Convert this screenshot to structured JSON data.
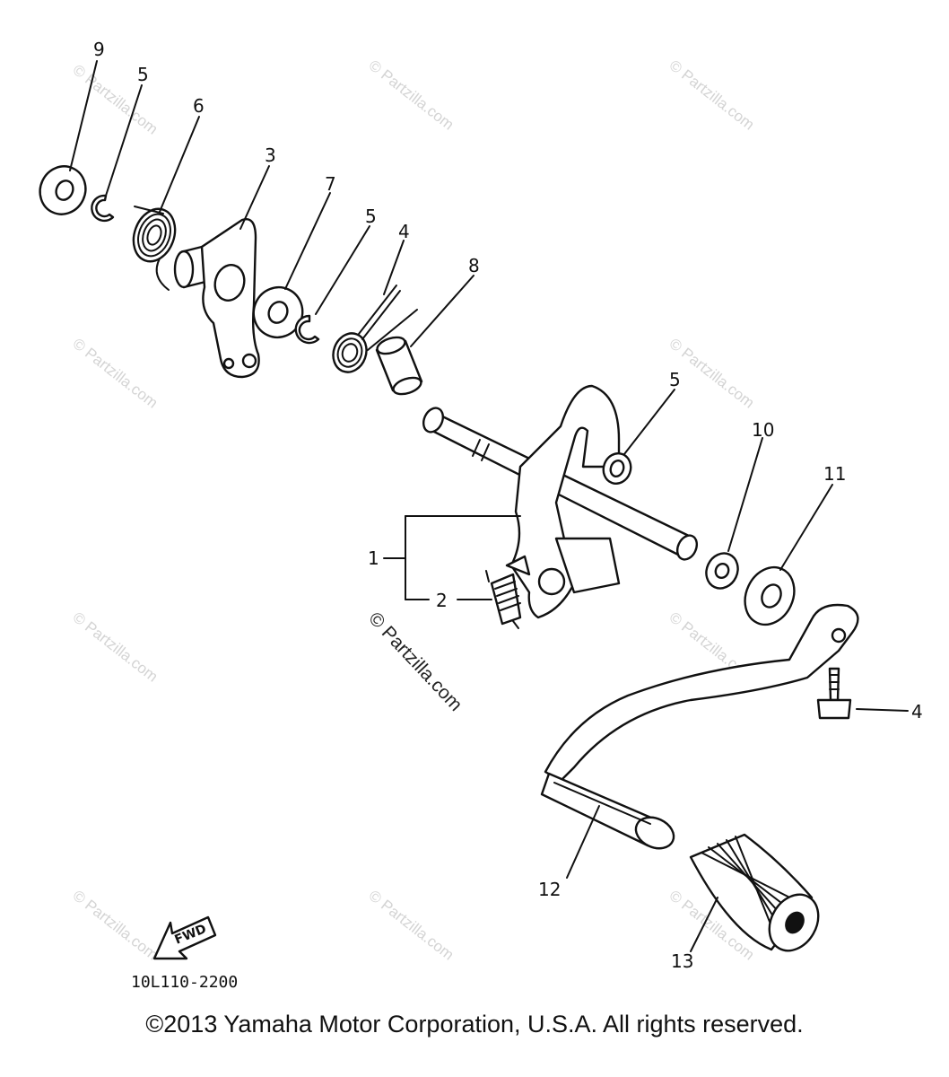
{
  "watermark": "© Partzilla.com",
  "watermark_center": "© Partzilla.com",
  "callouts": {
    "c9": "9",
    "c5a": "5",
    "c6": "6",
    "c3": "3",
    "c7": "7",
    "c5b": "5",
    "c4a": "4",
    "c8": "8",
    "c5c": "5",
    "c10": "10",
    "c11": "11",
    "c1": "1",
    "c2": "2",
    "c4b": "4",
    "c12": "12",
    "c13": "13"
  },
  "fwd_label": "FWD",
  "part_number": "10L110-2200",
  "copyright": "©2013 Yamaha Motor Corporation, U.S.A. All rights reserved.",
  "colors": {
    "ink": "#111111",
    "watermark": "#d4d4d4",
    "background": "#ffffff"
  }
}
